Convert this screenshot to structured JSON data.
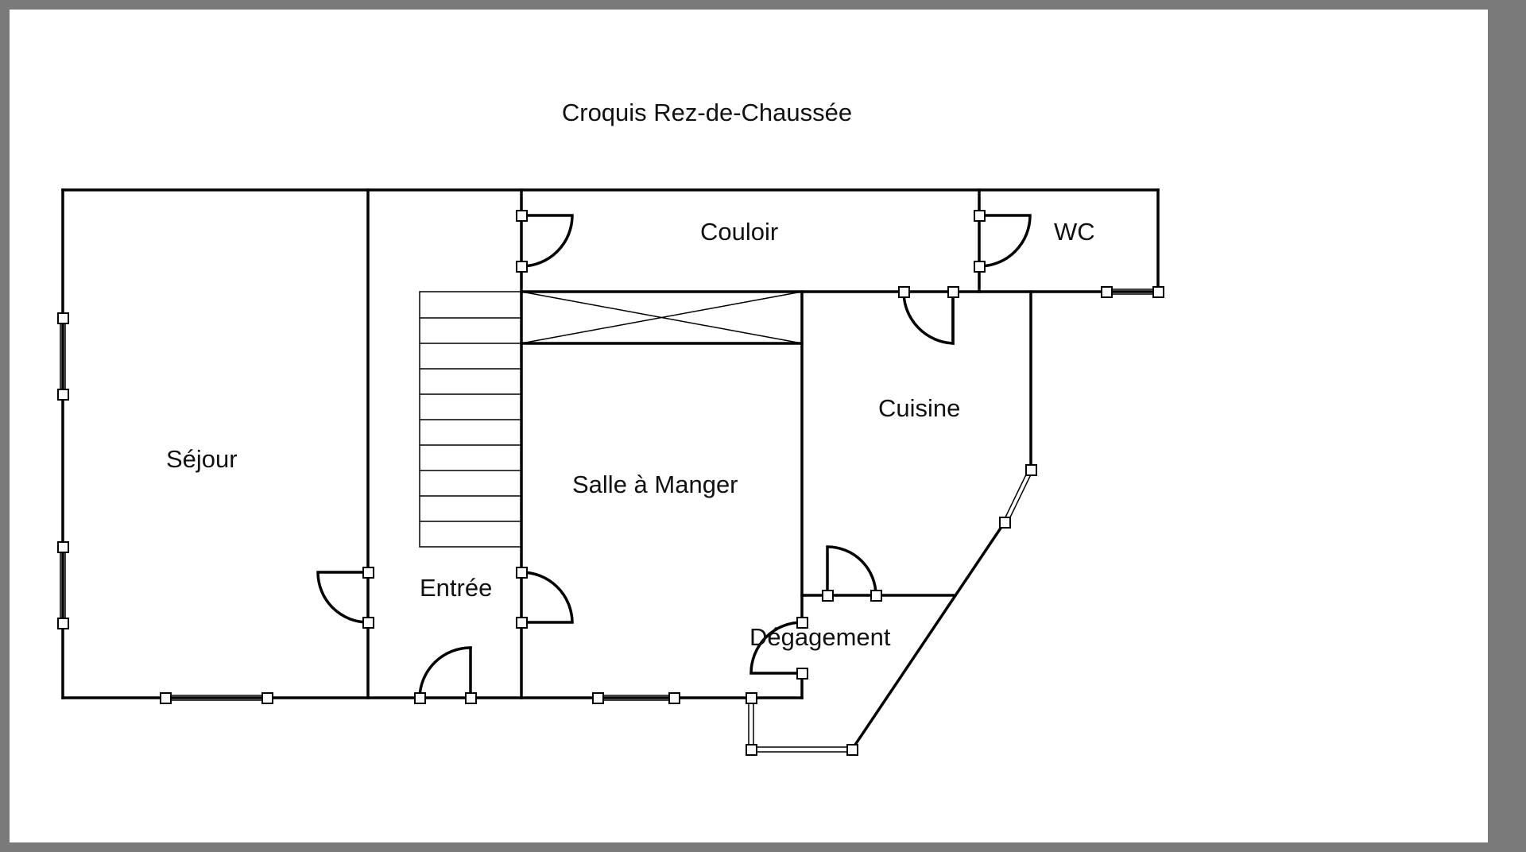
{
  "plan": {
    "title": "Croquis Rez-de-Chaussée",
    "rooms": {
      "sejour": "Séjour",
      "entree": "Entrée",
      "salle_a_manger": "Salle à Manger",
      "couloir": "Couloir",
      "wc": "WC",
      "cuisine": "Cuisine",
      "degagement": "Dégagement"
    }
  }
}
